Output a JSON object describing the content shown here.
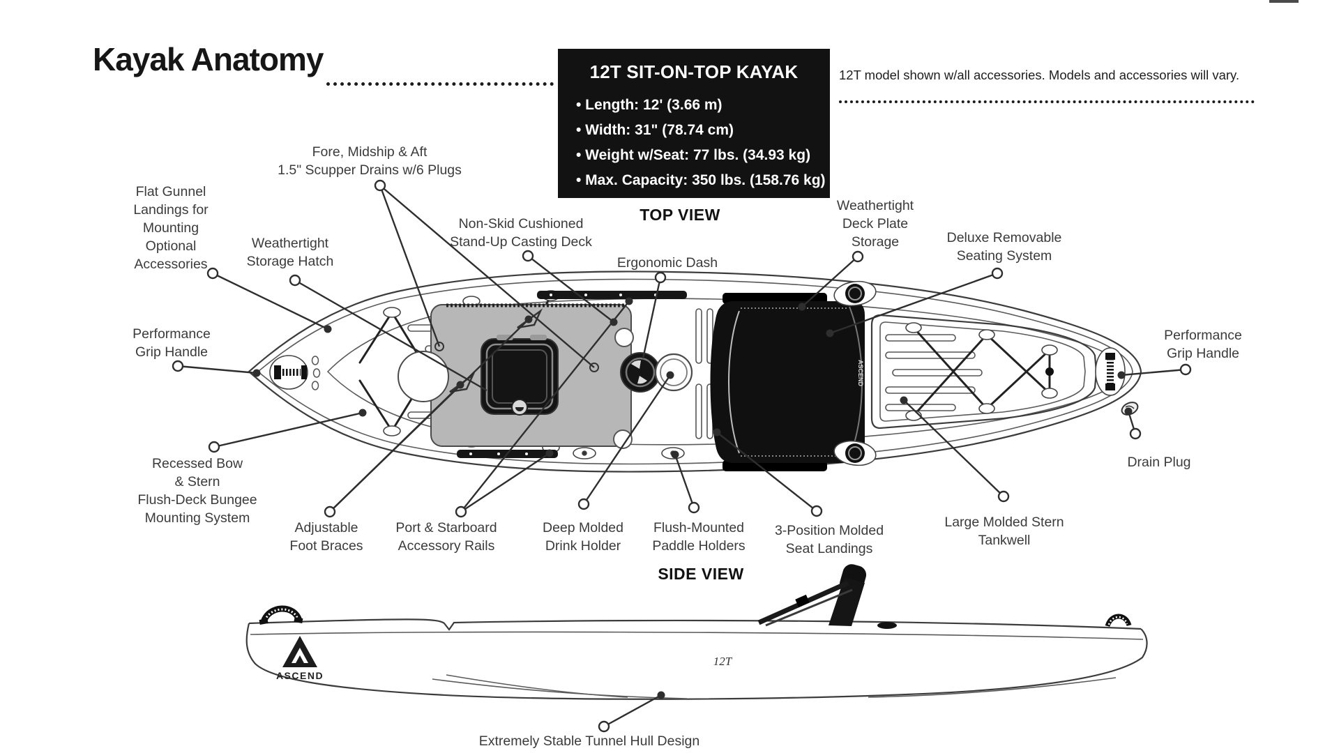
{
  "header": {
    "title": "Kayak Anatomy",
    "note": "12T model shown w/all accessories. Models and accessories will vary."
  },
  "spec_box": {
    "title": "12T SIT-ON-TOP KAYAK",
    "items": [
      "• Length: 12' (3.66 m)",
      "• Width: 31\" (78.74 cm)",
      "• Weight w/Seat: 77 lbs. (34.93 kg)",
      "• Max. Capacity: 350 lbs. (158.76 kg)"
    ]
  },
  "views": {
    "top": "TOP VIEW",
    "side": "SIDE VIEW"
  },
  "brand": {
    "name": "ASCEND",
    "model": "12T"
  },
  "labels": {
    "scupper": "Fore, Midship & Aft\n1.5\" Scupper Drains w/6 Plugs",
    "flat_gunnel": "Flat Gunnel\nLandings for\nMounting\nOptional\nAccessories",
    "storage_hatch": "Weathertight\nStorage Hatch",
    "casting_deck": "Non-Skid Cushioned\nStand-Up Casting Deck",
    "ergonomic_dash": "Ergonomic Dash",
    "deck_plate": "Weathertight\nDeck Plate\nStorage",
    "seating": "Deluxe Removable\nSeating System",
    "grip_left": "Performance\nGrip Handle",
    "grip_right": "Performance\nGrip Handle",
    "recessed_bungee": "Recessed Bow\n& Stern\nFlush-Deck Bungee\nMounting System",
    "foot_braces": "Adjustable\nFoot Braces",
    "accessory_rails": "Port & Starboard\nAccessory Rails",
    "drink_holder": "Deep Molded\nDrink Holder",
    "paddle_holders": "Flush-Mounted\nPaddle Holders",
    "seat_landings": "3-Position Molded\nSeat Landings",
    "tankwell": "Large Molded Stern\nTankwell",
    "drain_plug": "Drain Plug",
    "tunnel_hull": "Extremely Stable Tunnel Hull Design"
  }
}
